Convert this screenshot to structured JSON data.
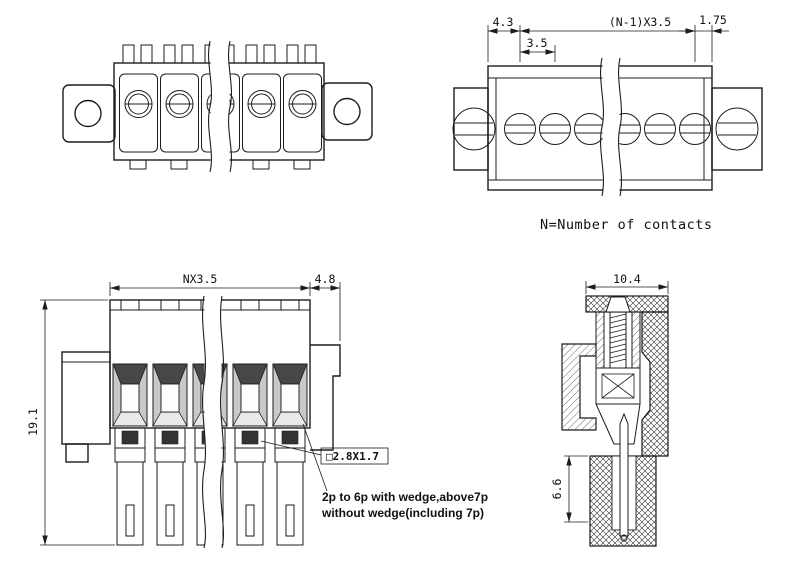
{
  "drawing": {
    "notes": {
      "contacts": "N=Number of contacts",
      "wedge_line1": "2p to 6p with wedge,above7p",
      "wedge_line2": "without wedge(including 7p)",
      "square_dim": "□2.8X1.7"
    },
    "dims": {
      "top_view": {
        "edge_to_first": "4.3",
        "pitch": "3.5",
        "span": "(N-1)X3.5",
        "last_to_edge": "1.75"
      },
      "front_view": {
        "width": "NX3.5",
        "side": "4.8",
        "height": "19.1"
      },
      "side_view": {
        "width": "10.4",
        "depth": "6.6"
      }
    },
    "colors": {
      "line": "#1c1c1c",
      "background": "#ffffff",
      "dark_fill": "#333333",
      "bevel_shade": "#c9c9c9"
    }
  }
}
